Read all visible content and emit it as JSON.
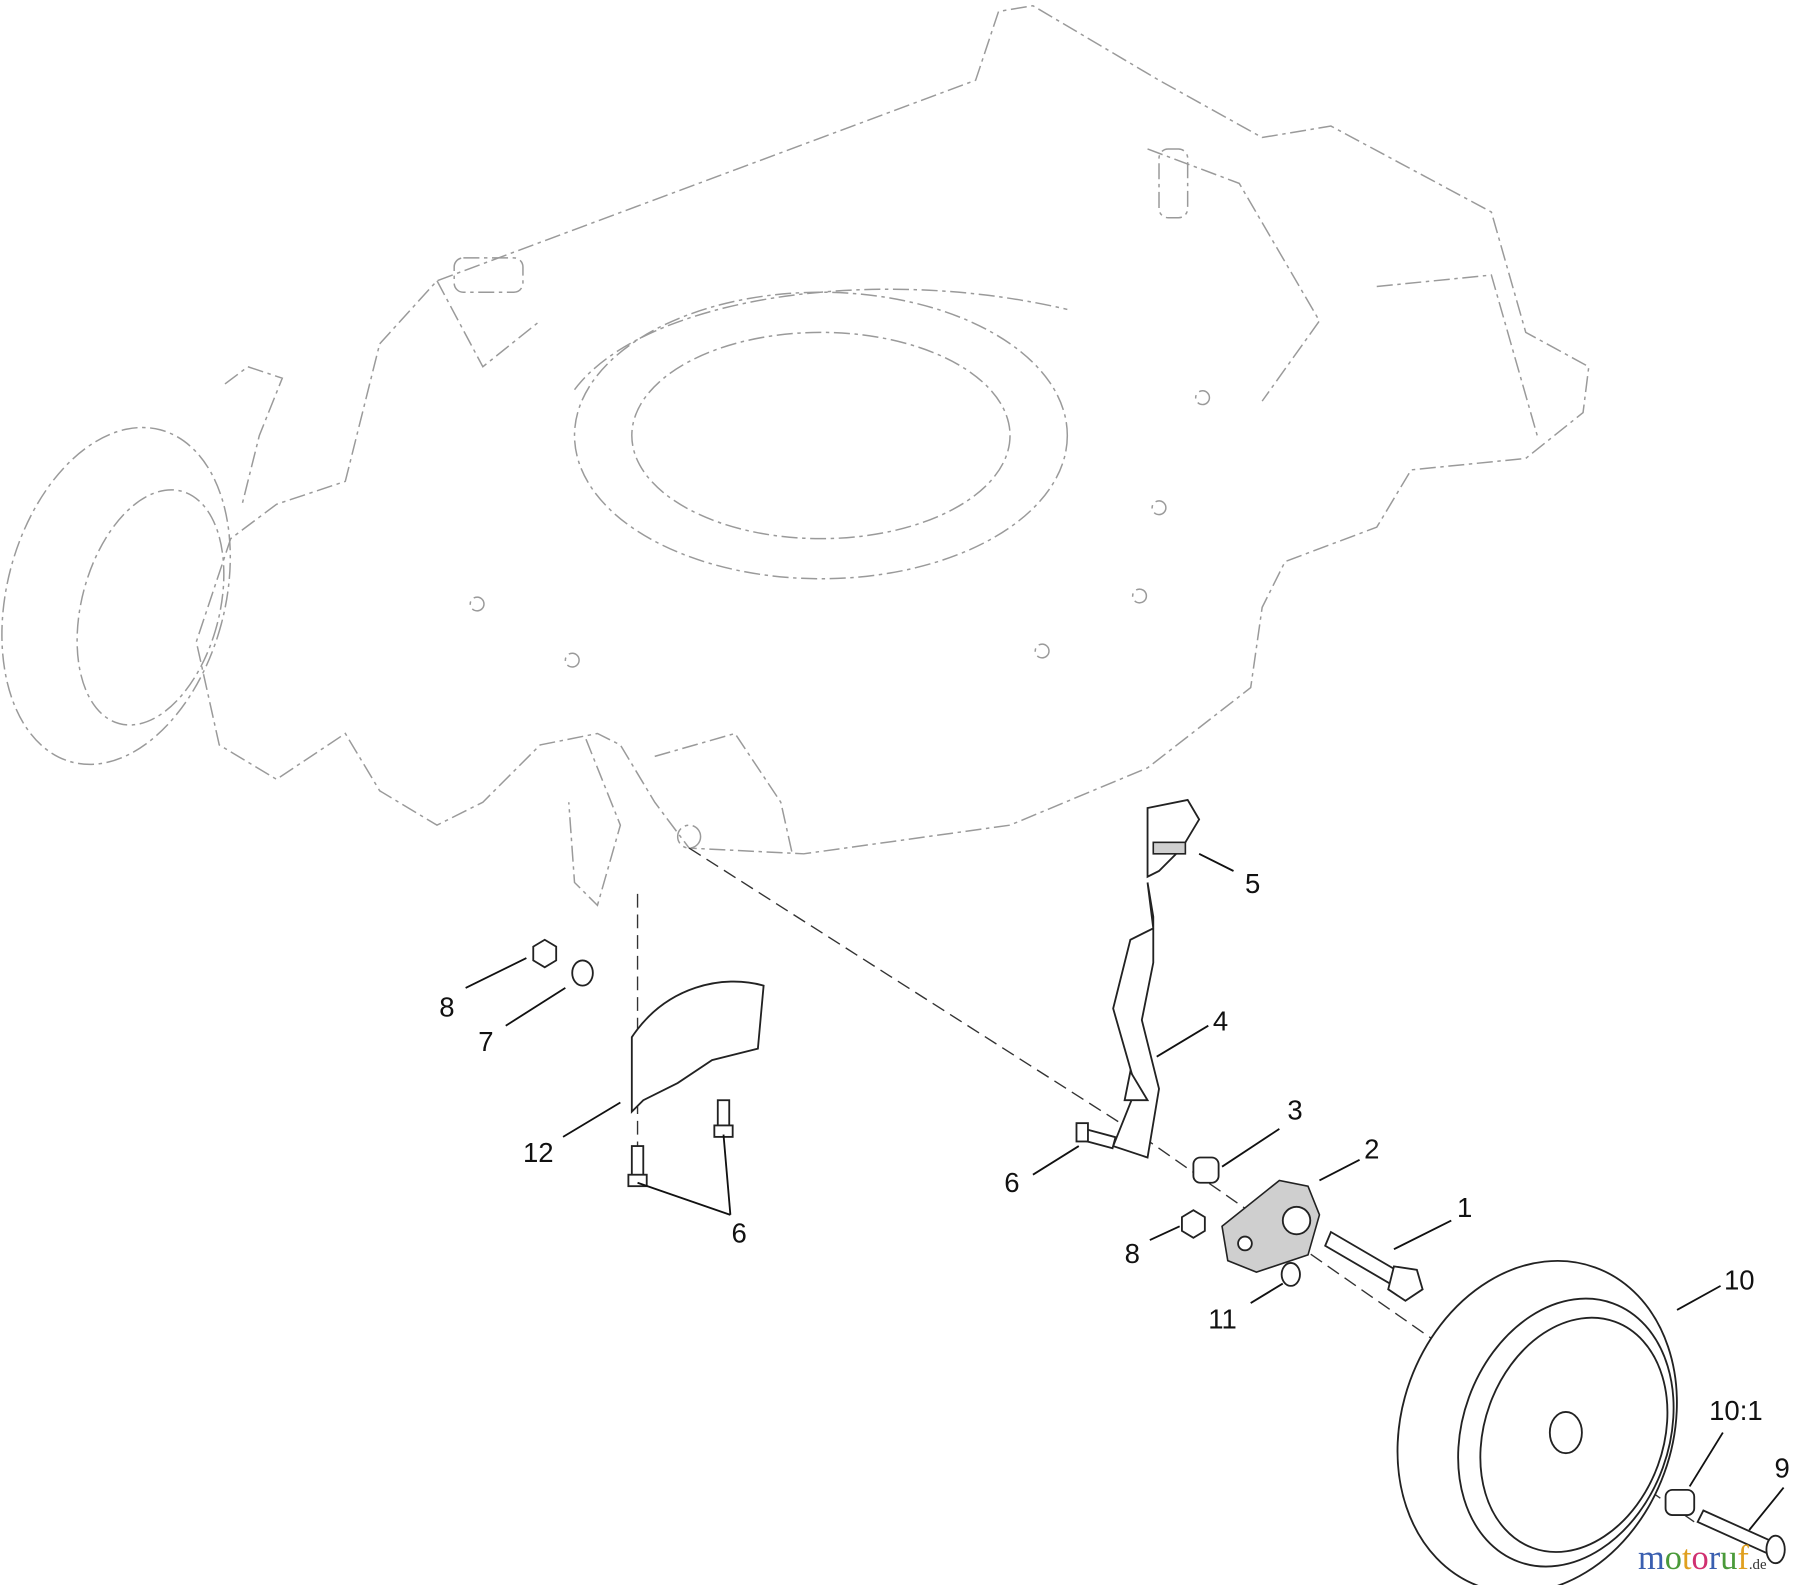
{
  "diagram": {
    "callouts": {
      "c1": "1",
      "c2": "2",
      "c3": "3",
      "c4": "4",
      "c5": "5",
      "c6a": "6",
      "c6b": "6",
      "c7": "7",
      "c8a": "8",
      "c8b": "8",
      "c9": "9",
      "c10": "10",
      "c10_1": "10:1",
      "c11": "11",
      "c12": "12"
    },
    "watermark": {
      "letters": [
        "m",
        "o",
        "t",
        "o",
        "r",
        "u",
        "f"
      ],
      "suffix": ".de",
      "colors": [
        "#3a5fb0",
        "#4a9a3a",
        "#e0a020",
        "#d03070",
        "#3a5fb0",
        "#4a9a3a",
        "#e0a020"
      ]
    }
  }
}
